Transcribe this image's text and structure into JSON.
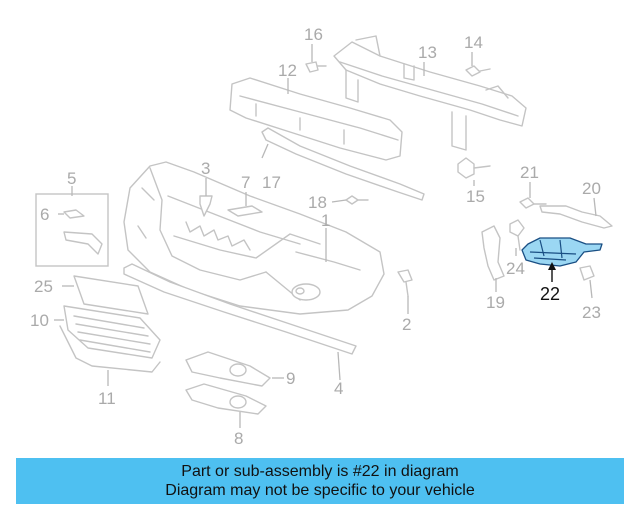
{
  "diagram": {
    "highlighted_part": "22",
    "labels": {
      "p1": "1",
      "p2": "2",
      "p3": "3",
      "p4": "4",
      "p5": "5",
      "p6": "6",
      "p7": "7",
      "p8": "8",
      "p9": "9",
      "p10": "10",
      "p11": "11",
      "p12": "12",
      "p13": "13",
      "p14": "14",
      "p15": "15",
      "p16": "16",
      "p17": "17",
      "p18": "18",
      "p19": "19",
      "p20": "20",
      "p21": "21",
      "p22": "22",
      "p23": "23",
      "p24": "24",
      "p25": "25"
    },
    "colors": {
      "banner": "#4ec0f1",
      "highlight_fill": "#9bd7f3",
      "highlight_stroke": "#1a4f84",
      "part_line": "#c4c4c4",
      "label_text": "#aaaaaa"
    }
  },
  "banner": {
    "line1": "Part or sub-assembly is #22 in diagram",
    "line2": "Diagram may not be specific to your vehicle"
  }
}
